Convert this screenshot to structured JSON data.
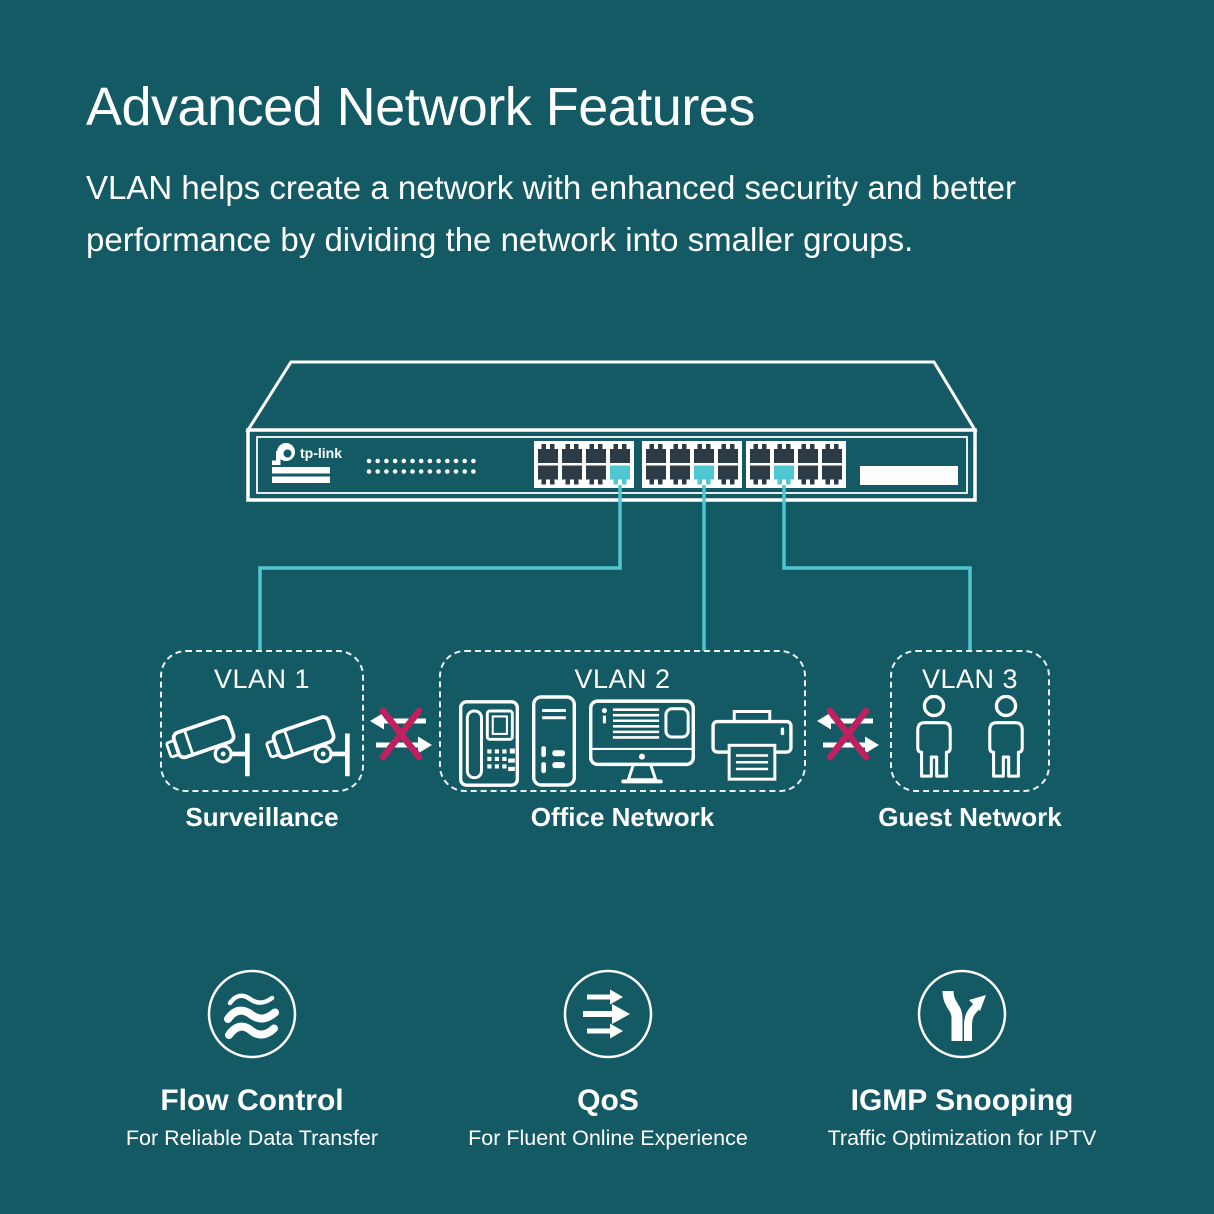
{
  "page": {
    "title": "Advanced Network Features",
    "subtitle_line1": "VLAN helps create a network with enhanced security and better",
    "subtitle_line2": "performance by dividing the network into smaller groups."
  },
  "colors": {
    "background": "#135A65",
    "accent_cyan": "#4FC6D0",
    "blocked_x_magenta": "#C0205F",
    "port_dark": "#2C3B45",
    "text_white": "#FFFFFF"
  },
  "switch": {
    "brand": "tp-link",
    "port_groups": 3,
    "ports_per_group": 8,
    "highlighted_ports": [
      {
        "group": 1,
        "position": "bottom row, 4th",
        "connects_to": "VLAN 1"
      },
      {
        "group": 2,
        "position": "bottom row, 3rd",
        "connects_to": "VLAN 2"
      },
      {
        "group": 3,
        "position": "bottom row, 2nd",
        "connects_to": "VLAN 3"
      }
    ]
  },
  "vlans": [
    {
      "title": "VLAN 1",
      "label": "Surveillance",
      "device_icons": [
        "cctv-camera-icon",
        "cctv-camera-icon"
      ]
    },
    {
      "title": "VLAN 2",
      "label": "Office Network",
      "device_icons": [
        "ip-phone-icon",
        "pc-tower-icon",
        "monitor-icon",
        "printer-icon"
      ]
    },
    {
      "title": "VLAN 3",
      "label": "Guest Network",
      "device_icons": [
        "person-icon",
        "person-icon"
      ]
    }
  ],
  "isolation_markers": [
    {
      "between": [
        "VLAN 1",
        "VLAN 2"
      ],
      "icon": "blocked-arrows-icon"
    },
    {
      "between": [
        "VLAN 2",
        "VLAN 3"
      ],
      "icon": "blocked-arrows-icon"
    }
  ],
  "features": [
    {
      "title": "Flow Control",
      "subtitle": "For Reliable Data Transfer",
      "icon": "waves-icon"
    },
    {
      "title": "QoS",
      "subtitle": "For Fluent Online Experience",
      "icon": "speed-arrows-icon"
    },
    {
      "title": "IGMP Snooping",
      "subtitle": "Traffic Optimization for IPTV",
      "icon": "fork-arrow-icon"
    }
  ]
}
